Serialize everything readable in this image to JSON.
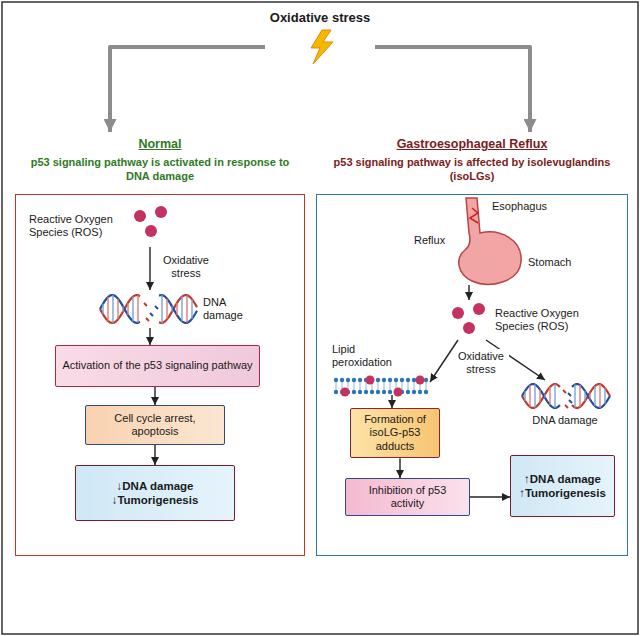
{
  "diagram": {
    "nodes": [
      {
        "text": [
          "Oxidative stress"
        ]
      },
      {
        "text": [
          "Normal",
          "p53 signaling pathway is activated in response to DNA damage"
        ]
      },
      {
        "text": [
          "Reactive Oxygen Species (ROS)"
        ],
        "in": 1
      },
      {
        "text": [
          "DNA damage"
        ],
        "in": 1
      },
      {
        "text": [
          "Activation of the p53 signaling pathway"
        ],
        "in": 1
      },
      {
        "text": [
          "Cell cycle arrest, apoptosis"
        ],
        "in": 1
      },
      {
        "text": [
          "↓DNA damage",
          "↓Tumorigenesis"
        ],
        "in": 1
      },
      {
        "text": [
          "Gastroesophageal Reflux",
          "p53 signaling pathway is affected by isolevuglandins (isoLGs)"
        ]
      },
      {
        "text": [
          "Esophagus",
          "Reflux",
          "Stomach"
        ],
        "in": 7
      },
      {
        "text": [
          "Reactive Oxygen Species (ROS)"
        ],
        "in": 7
      },
      {
        "text": [
          "Lipid peroxidation"
        ],
        "in": 7
      },
      {
        "text": [
          "DNA damage"
        ],
        "in": 7
      },
      {
        "text": [
          "Formation of isoLG-p53 adducts"
        ],
        "in": 7
      },
      {
        "text": [
          "Inhibition of p53 activity"
        ],
        "in": 7
      },
      {
        "text": [
          "↑DNA damage",
          "↑Tumorigenesis"
        ],
        "in": 7
      }
    ],
    "edges": [
      {
        "from": 0,
        "to": 1,
        "arrow": "to"
      },
      {
        "from": 0,
        "to": 7,
        "arrow": "to"
      },
      {
        "from": 2,
        "to": 3,
        "label": "Oxidative stress",
        "arrow": "to"
      },
      {
        "from": 3,
        "to": 4,
        "arrow": "to"
      },
      {
        "from": 4,
        "to": 5,
        "arrow": "to"
      },
      {
        "from": 5,
        "to": 6,
        "arrow": "to"
      },
      {
        "from": 8,
        "to": 9,
        "arrow": "to"
      },
      {
        "from": 9,
        "to": 10,
        "arrow": "to"
      },
      {
        "from": 9,
        "to": 11,
        "label": "Oxidative stress",
        "arrow": "to"
      },
      {
        "from": 10,
        "to": 12,
        "arrow": "to"
      },
      {
        "from": 12,
        "to": 13,
        "arrow": "to"
      },
      {
        "from": 13,
        "to": 14,
        "arrow": "to"
      }
    ]
  }
}
